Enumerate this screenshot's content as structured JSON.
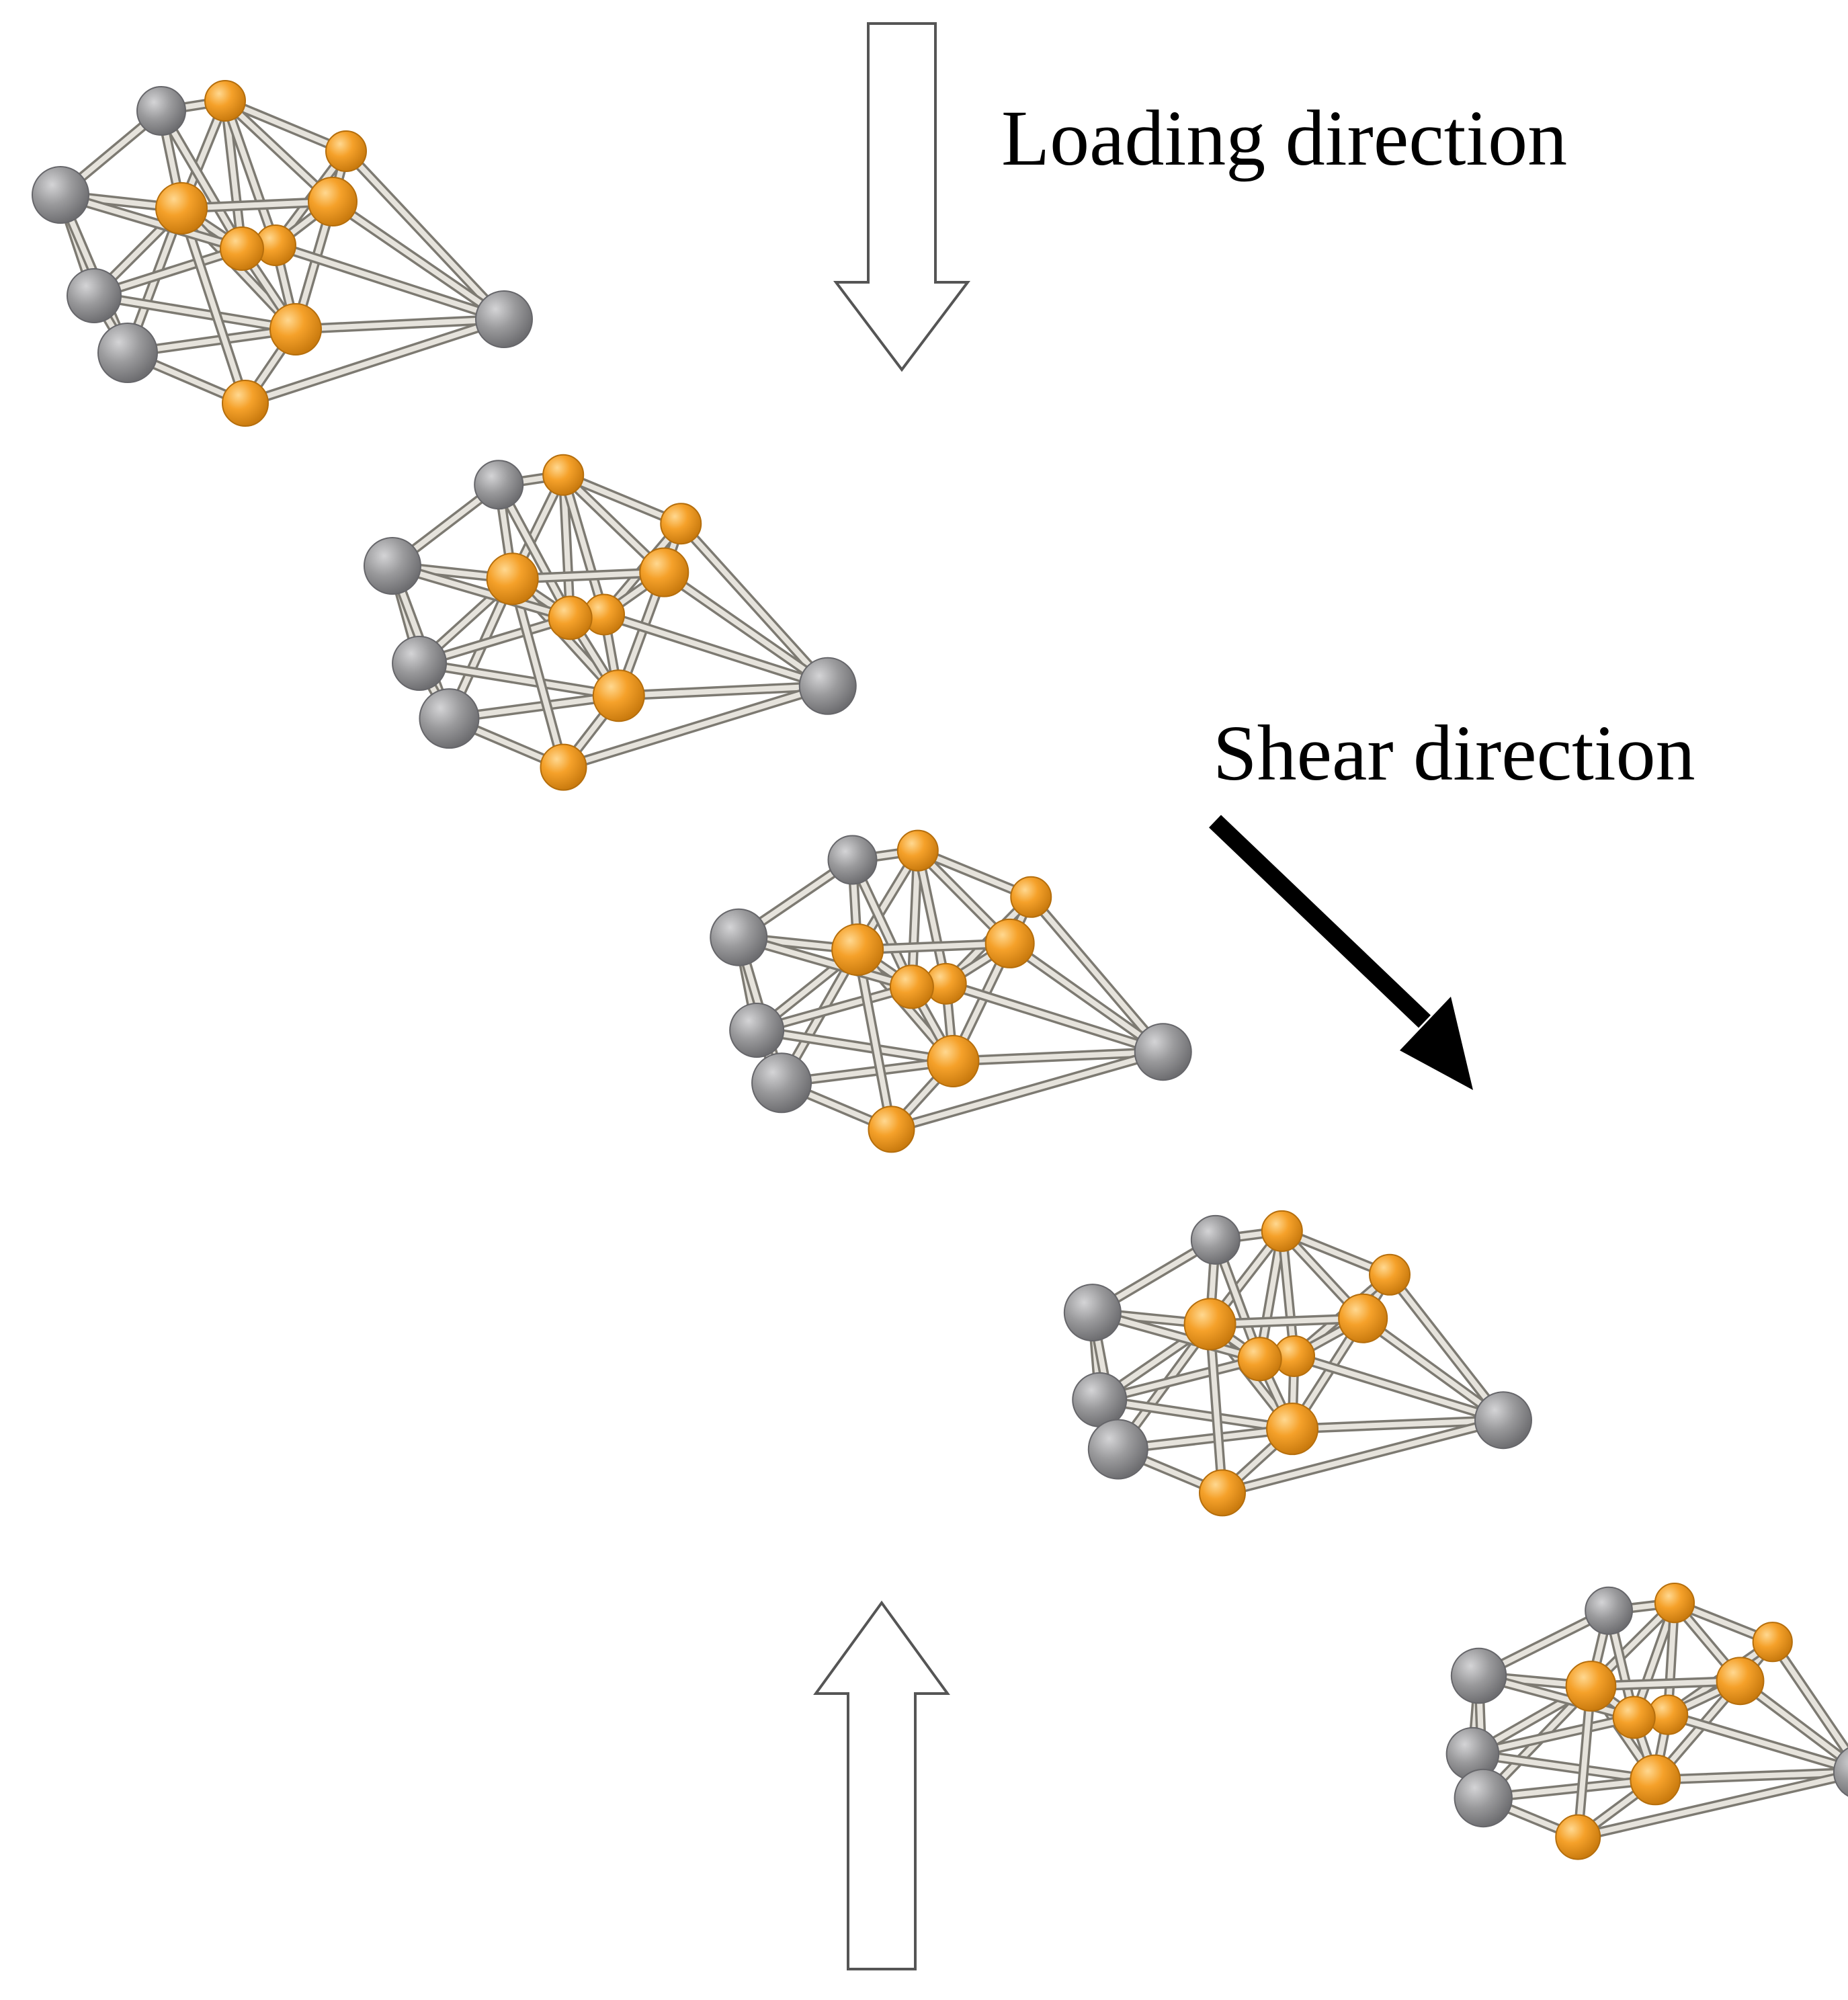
{
  "labels": {
    "loading": "Loading direction",
    "shear": "Shear direction"
  },
  "colors": {
    "background": "#ffffff",
    "atom_gold": "#f5a12a",
    "atom_gold_dark": "#c97a0e",
    "atom_gray": "#9a9a9c",
    "atom_gray_dark": "#6d6d70",
    "bond": "#d9d6cf",
    "arrow_outline": "#555555",
    "shear_arrow": "#000000"
  },
  "icons": {
    "loading_arrow_top": "hollow-down-arrow",
    "loading_arrow_bottom": "hollow-up-arrow",
    "shear_arrow": "solid-diagonal-arrow"
  },
  "clusters": {
    "count": 5,
    "atom_types": [
      "gold",
      "gray"
    ]
  }
}
